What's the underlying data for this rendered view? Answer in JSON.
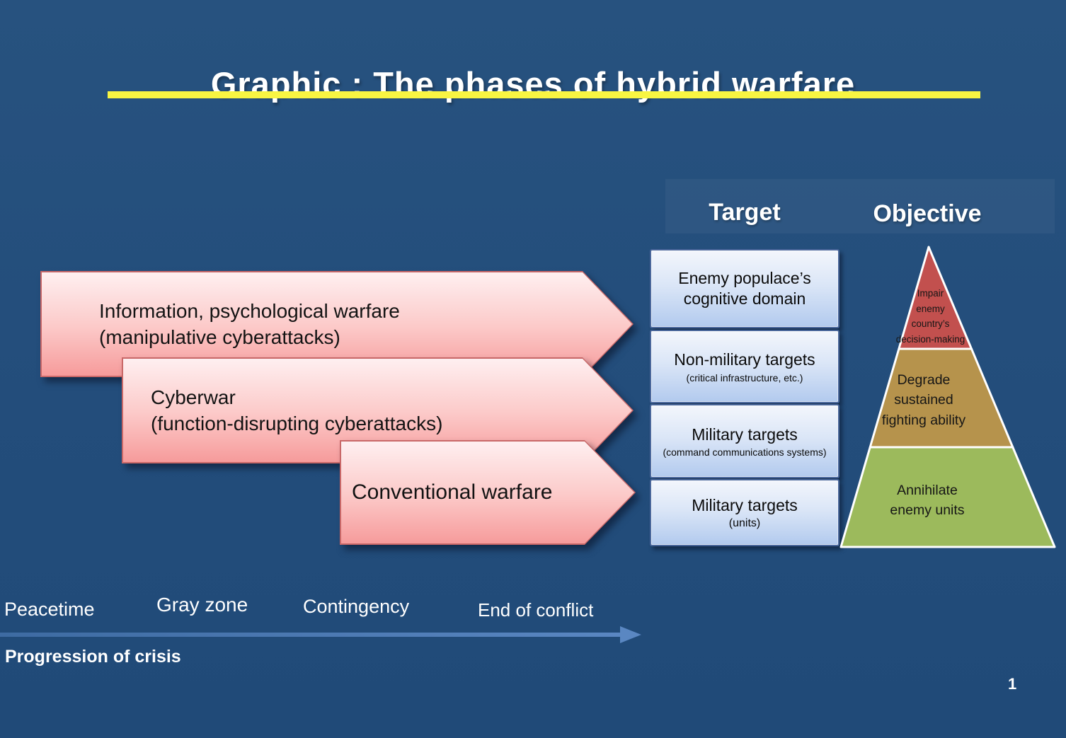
{
  "slide": {
    "title": "Graphic : The phases of hybrid warfare",
    "page_number": "1"
  },
  "phases": [
    {
      "name": "information-psychological-warfare",
      "label": "Information, psychological warfare\n(manipulative cyberattacks)"
    },
    {
      "name": "cyberwar",
      "label": "Cyberwar\n(function-disrupting cyberattacks)"
    },
    {
      "name": "conventional-warfare",
      "label": "Conventional warfare"
    }
  ],
  "targets": {
    "header": "Target",
    "boxes": [
      {
        "label": "Enemy populace’s\ncognitive domain",
        "sublabel": ""
      },
      {
        "label": "Non-military targets",
        "sublabel": "(critical infrastructure, etc.)"
      },
      {
        "label": "Military targets",
        "sublabel": "(command communications systems)"
      },
      {
        "label": "Military targets",
        "sublabel": "(units)"
      }
    ]
  },
  "objectives": {
    "header": "Objective",
    "levels": [
      {
        "label": "Impair\nenemy\ncountry’s\ndecision-making",
        "color": "#c2504e"
      },
      {
        "label": "Degrade\nsustained\nfighting ability",
        "color": "#b6934c"
      },
      {
        "label": "Annihilate\nenemy units",
        "color": "#9cba5c"
      }
    ]
  },
  "timeline": {
    "stages": [
      "Peacetime",
      "Gray zone",
      "Contingency",
      "End of conflict"
    ],
    "axis_label": "Progression of crisis"
  },
  "colors": {
    "background": "#234d7b",
    "title_underline": "#f8f542",
    "phase_arrow_fill": "#f9b9b8",
    "phase_arrow_border": "#c96868",
    "target_box_fill": "#cfdef4",
    "target_box_border": "#4a679b",
    "timeline_arrow": "#5a87c2"
  }
}
